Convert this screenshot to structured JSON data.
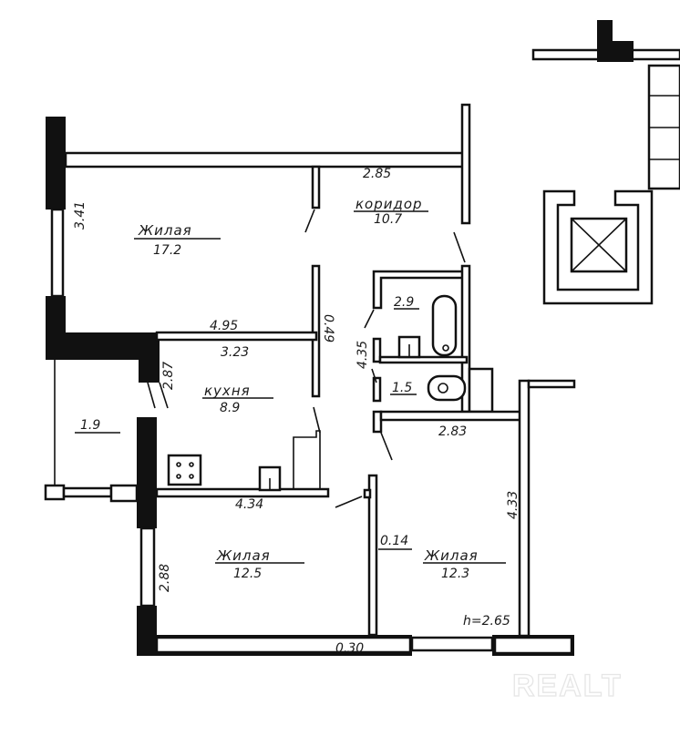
{
  "rooms": [
    {
      "name": "Жилая",
      "area": "17.2"
    },
    {
      "name": "коридор",
      "area": "10.7"
    },
    {
      "name": "кухня",
      "area": "8.9"
    },
    {
      "name": "Жилая",
      "area": "12.5"
    },
    {
      "name": "Жилая",
      "area": "12.3"
    },
    {
      "name": "",
      "area": "2.9"
    },
    {
      "name": "",
      "area": "1.5"
    },
    {
      "name": "",
      "area": "1.9"
    }
  ],
  "dimensions": {
    "d_341": "3.41",
    "d_285": "2.85",
    "d_049": "0.49",
    "d_495": "4.95",
    "d_323": "3.23",
    "d_287": "2.87",
    "d_435": "4.35",
    "d_283": "2.83",
    "d_433": "4.33",
    "d_434": "4.34",
    "d_014": "0.14",
    "d_288": "2.88",
    "d_030": "0.30"
  },
  "ceiling_height": "h=2.65",
  "watermark": "REALT"
}
